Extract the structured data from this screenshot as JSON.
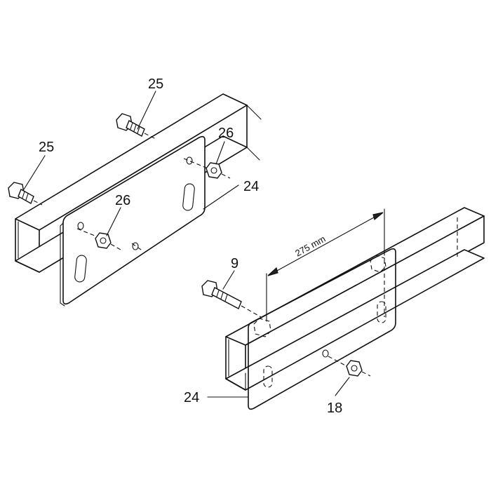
{
  "diagram": {
    "callouts": {
      "top_bolt": "25",
      "left_bolt": "25",
      "right_nut": "26",
      "plate_nut": "26",
      "plate_left": "24",
      "bolt_right": "9",
      "plate_right": "24",
      "nut_right": "18"
    },
    "dimension": "275 mm"
  }
}
